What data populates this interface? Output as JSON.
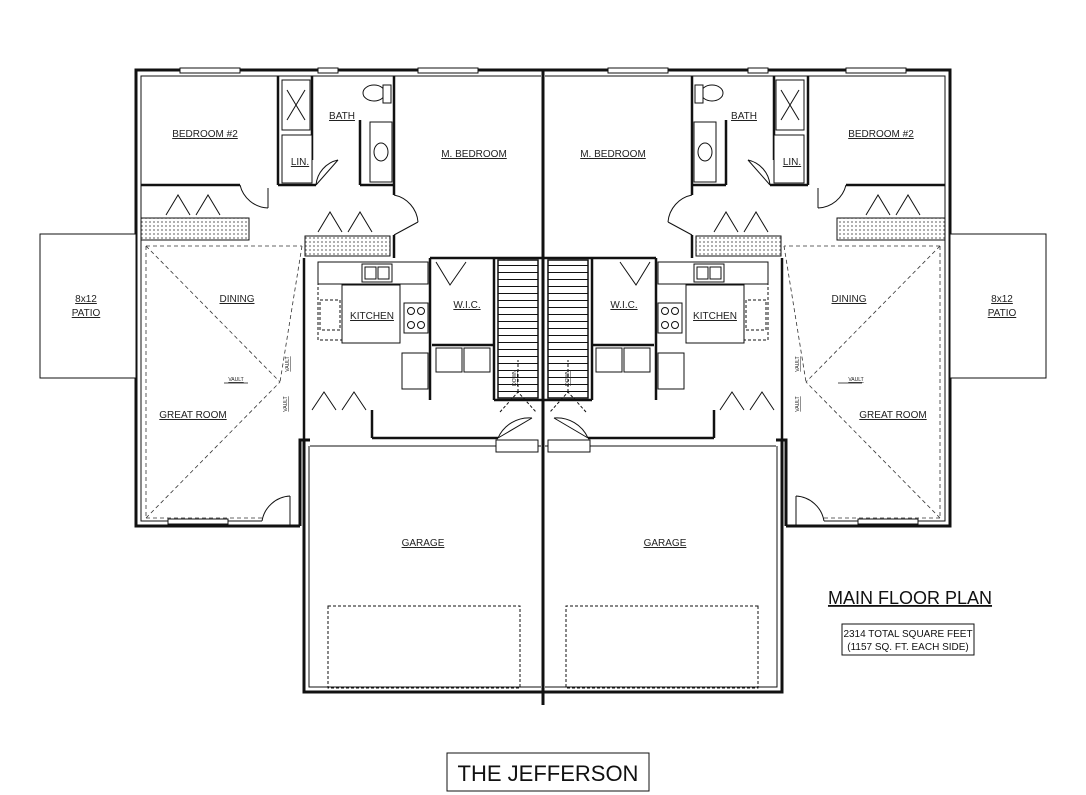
{
  "rooms_left": {
    "bedroom2": "BEDROOM #2",
    "bath": "BATH",
    "linen": "LIN.",
    "master_bedroom": "M. BEDROOM",
    "dining": "DINING",
    "kitchen": "KITCHEN",
    "wic": "W.I.C.",
    "great_room": "GREAT ROOM",
    "garage": "GARAGE",
    "patio": [
      "8x12",
      "PATIO"
    ],
    "vault": "VAULT",
    "down": "DOWN"
  },
  "rooms_right": {
    "bedroom2": "BEDROOM #2",
    "bath": "BATH",
    "linen": "LIN.",
    "master_bedroom": "M. BEDROOM",
    "dining": "DINING",
    "kitchen": "KITCHEN",
    "wic": "W.I.C.",
    "great_room": "GREAT ROOM",
    "garage": "GARAGE",
    "patio": [
      "8x12",
      "PATIO"
    ],
    "vault": "VAULT",
    "down": "DOWN"
  },
  "title": "MAIN FLOOR PLAN",
  "square_feet": [
    "2314 TOTAL SQUARE FEET",
    "(1157 SQ. FT. EACH SIDE)"
  ],
  "plan_name": "THE JEFFERSON"
}
